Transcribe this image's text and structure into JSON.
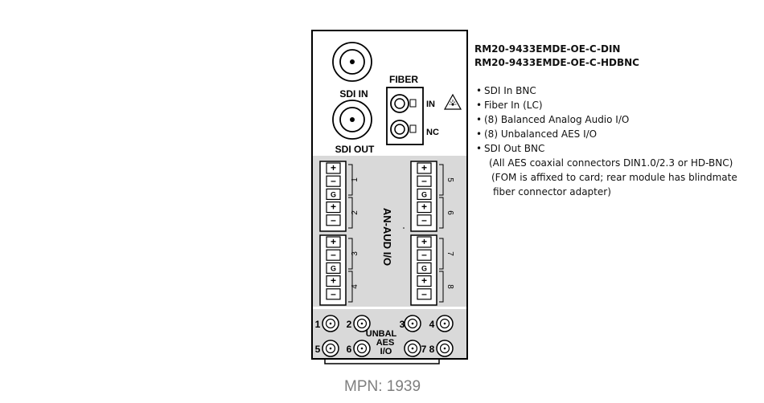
{
  "card": {
    "sdi_in_label": "SDI IN",
    "sdi_out_label": "SDI OUT",
    "fiber_label": "FIBER",
    "fiber_in_label": "IN",
    "fiber_nc_label": "NC",
    "audio_section_label": "AN-AUD I/O",
    "aes_label_lines": [
      "UNBAL",
      "AES",
      "I/O"
    ],
    "terminal_pin_labels": [
      "+",
      "–",
      "G",
      "+",
      "–"
    ],
    "terminal_channels_left": [
      "1",
      "2",
      "3",
      "4"
    ],
    "terminal_channels_right": [
      "5",
      "6",
      "7",
      "8"
    ],
    "aes_connectors_top": [
      "1",
      "2",
      "3",
      "4"
    ],
    "aes_connectors_bottom": [
      "5",
      "6",
      "7",
      "8"
    ]
  },
  "info": {
    "models": [
      "RM20-9433EMDE-OE-C-DIN",
      "RM20-9433EMDE-OE-C-HDBNC"
    ],
    "features": [
      "SDI In BNC",
      "Fiber In (LC)",
      "(8) Balanced Analog Audio I/O",
      "(8) Unbalanced AES I/O",
      "SDI Out BNC"
    ],
    "notes": [
      "(All AES coaxial connectors DIN1.0/2.3 or HD-BNC)",
      "(FOM is affixed to card; rear module has blindmate",
      "fiber connector adapter)"
    ]
  },
  "mpn": "MPN: 1939",
  "colors": {
    "panel_gray": "#d9d9d9",
    "outline": "#000000",
    "mpn_text": "#7f7f7f"
  }
}
